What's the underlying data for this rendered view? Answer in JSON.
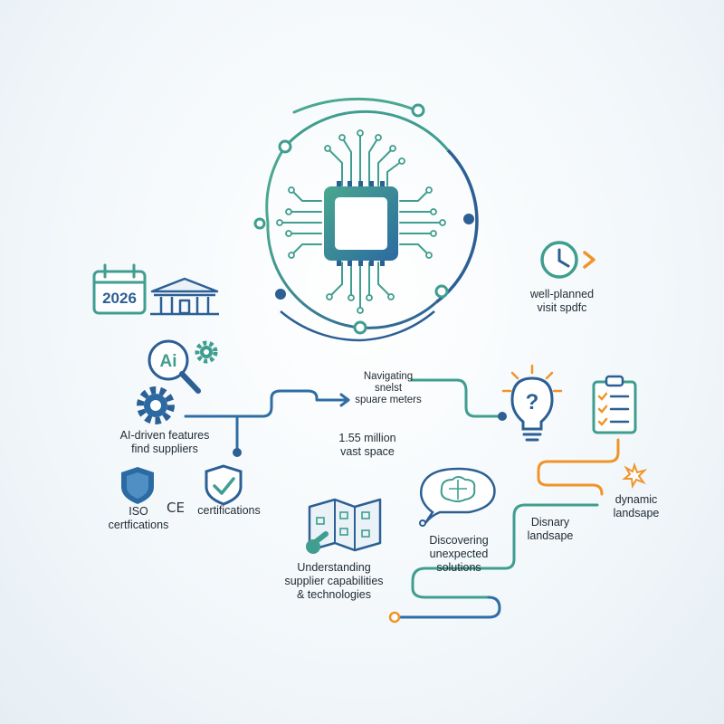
{
  "colors": {
    "teal": "#3f9e8f",
    "blue": "#2f6da5",
    "navy": "#274f7d",
    "orange": "#f0942a",
    "text": "#1f2a33"
  },
  "calendar": {
    "year": "2026"
  },
  "ai_badge": {
    "text": "Ai"
  },
  "labels": {
    "ai_features": [
      "AI-driven features",
      "find suppliers"
    ],
    "iso": [
      "ISO",
      "certfications"
    ],
    "ce_mark": "CE",
    "certifications": "certifications",
    "navigating": [
      "Navigating",
      "snelst",
      "spuare meters"
    ],
    "vast_space": [
      "1.55 million",
      "vast space"
    ],
    "well_planned": [
      "well-planned",
      "visit spdfc"
    ],
    "dynamic": [
      "dynamic",
      "landsape"
    ],
    "disnary": [
      "Disnary",
      "landsape"
    ],
    "discovering": [
      "Discovering",
      "unexpected",
      "solutions"
    ],
    "understanding": [
      "Understanding",
      "supplier capabilities",
      "& technologies"
    ]
  },
  "icons": [
    "microchip-icon",
    "calendar-icon",
    "building-icon",
    "ai-magnifier-icon",
    "gear-icon",
    "shield-icon",
    "shield-check-icon",
    "clock-icon",
    "lightbulb-question-icon",
    "clipboard-checklist-icon",
    "sparkle-icon",
    "brain-speech-bubble-icon",
    "folded-map-icon"
  ]
}
